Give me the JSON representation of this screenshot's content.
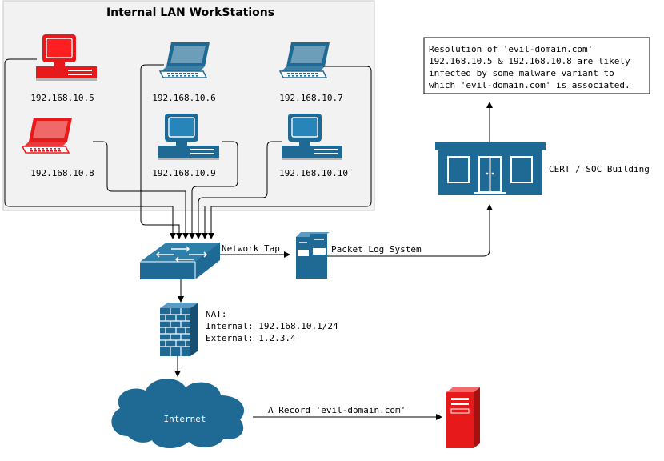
{
  "lan": {
    "title": "Internal LAN WorkStations",
    "stations": [
      {
        "ip": "192.168.10.5",
        "kind": "desktop",
        "status": "infected"
      },
      {
        "ip": "192.168.10.6",
        "kind": "laptop",
        "status": "normal"
      },
      {
        "ip": "192.168.10.7",
        "kind": "laptop",
        "status": "normal"
      },
      {
        "ip": "192.168.10.8",
        "kind": "laptop",
        "status": "infected"
      },
      {
        "ip": "192.168.10.9",
        "kind": "desktop",
        "status": "normal"
      },
      {
        "ip": "192.168.10.10",
        "kind": "desktop",
        "status": "normal"
      }
    ]
  },
  "switch": {
    "tap_label": "Network Tap"
  },
  "packet_log": {
    "label": "Packet Log System"
  },
  "cert": {
    "label": "CERT / SOC Building"
  },
  "resolution": {
    "lines": [
      "Resolution of 'evil-domain.com'",
      "192.168.10.5 & 192.168.10.8 are likely",
      "infected by some malware variant to",
      "which 'evil-domain.com' is associated."
    ]
  },
  "nat": {
    "lines": [
      "NAT:",
      "Internal: 192.168.10.1/24",
      "External: 1.2.3.4"
    ]
  },
  "internet": {
    "label": "Internet"
  },
  "dns": {
    "record_label": "A Record 'evil-domain.com'"
  },
  "colors": {
    "blue": "#1f6a94",
    "infected": "#e8191a",
    "lan_bg": "#f2f2f2",
    "lan_border": "#c6c6c6"
  }
}
